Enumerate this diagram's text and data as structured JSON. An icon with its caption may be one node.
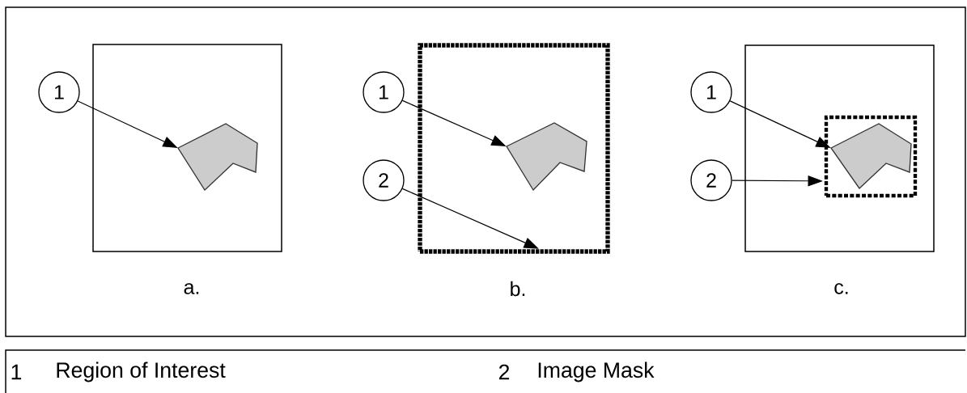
{
  "diagram": {
    "nodes": [
      {
        "text": [],
        "shape": "box"
      },
      {
        "text": [],
        "shape": "polygon",
        "in": 0
      },
      {
        "text": [
          "1"
        ]
      },
      {
        "text": [],
        "shape": "box"
      },
      {
        "text": [],
        "shape": "polygon",
        "in": 3
      },
      {
        "text": [
          "1"
        ]
      },
      {
        "text": [
          "2"
        ]
      },
      {
        "text": [],
        "shape": "box"
      },
      {
        "text": [],
        "shape": "box",
        "in": 7
      },
      {
        "text": [],
        "shape": "polygon",
        "in": 8
      },
      {
        "text": [
          "1"
        ]
      },
      {
        "text": [
          "2"
        ]
      }
    ],
    "edges": [
      {
        "from": 2,
        "to": 1,
        "arrow": "to"
      },
      {
        "from": 5,
        "to": 4,
        "arrow": "to"
      },
      {
        "from": 6,
        "to": 3,
        "arrow": "to"
      },
      {
        "from": 10,
        "to": 9,
        "arrow": "to"
      },
      {
        "from": 11,
        "to": 8,
        "arrow": "to"
      }
    ],
    "labels": [
      "a.",
      "b.",
      "c.",
      "1",
      "Region of Interest",
      "2",
      "Image Mask"
    ]
  }
}
